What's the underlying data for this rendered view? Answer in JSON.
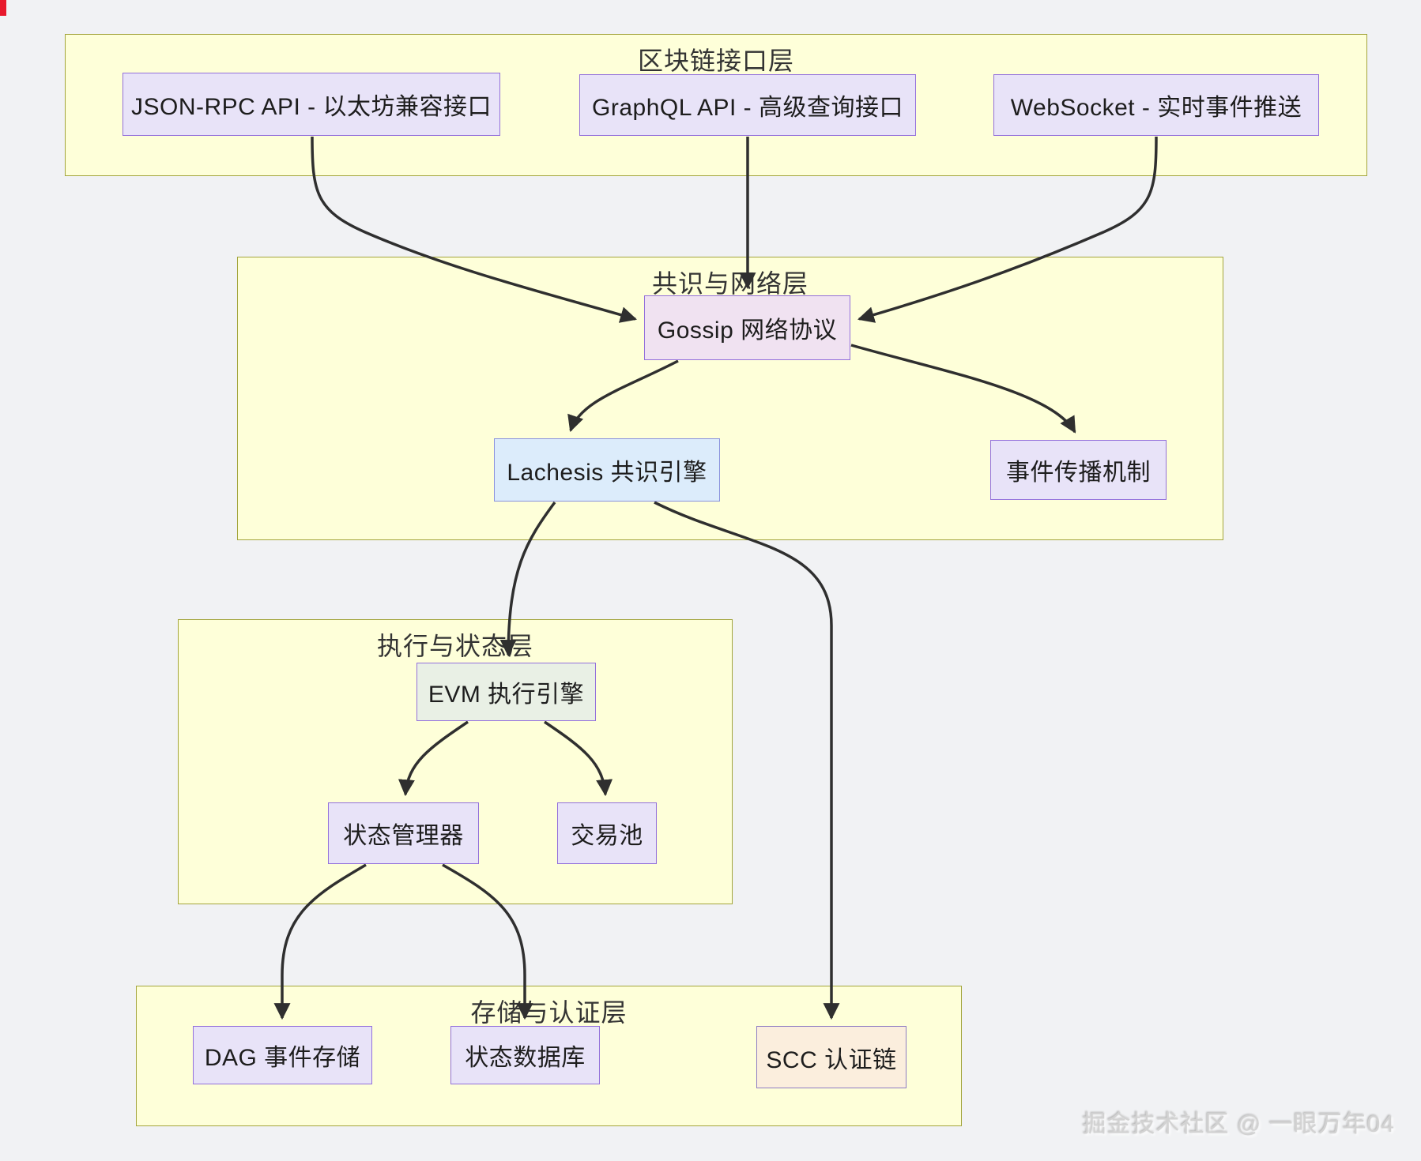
{
  "page": {
    "background": "#f1f2f4",
    "watermark": "掘金技术社区 @ 一眼万年04"
  },
  "colors": {
    "layer_fill": "#feffd9",
    "layer_border": "#a3a53c",
    "node_default_fill": "#e8e3f8",
    "node_border": "#9370db",
    "gossip_fill": "#f0e2f1",
    "lachesis_fill": "#dcecfb",
    "evm_fill": "#e9f0e5",
    "scc_fill": "#fbeedd",
    "edge_color": "#2f2f2f"
  },
  "layers": [
    {
      "id": "interface",
      "title": "区块链接口层",
      "nodes": [
        {
          "id": "json-rpc",
          "label": "JSON-RPC API - 以太坊兼容接口"
        },
        {
          "id": "graphql",
          "label": "GraphQL API - 高级查询接口"
        },
        {
          "id": "websocket",
          "label": "WebSocket - 实时事件推送"
        }
      ]
    },
    {
      "id": "consensus",
      "title": "共识与网络层",
      "nodes": [
        {
          "id": "gossip",
          "label": "Gossip 网络协议"
        },
        {
          "id": "lachesis",
          "label": "Lachesis 共识引擎"
        },
        {
          "id": "event-propagation",
          "label": "事件传播机制"
        }
      ]
    },
    {
      "id": "execution",
      "title": "执行与状态层",
      "nodes": [
        {
          "id": "evm",
          "label": "EVM 执行引擎"
        },
        {
          "id": "state-manager",
          "label": "状态管理器"
        },
        {
          "id": "tx-pool",
          "label": "交易池"
        }
      ]
    },
    {
      "id": "storage",
      "title": "存储与认证层",
      "nodes": [
        {
          "id": "dag",
          "label": "DAG 事件存储"
        },
        {
          "id": "state-db",
          "label": "状态数据库"
        },
        {
          "id": "scc",
          "label": "SCC 认证链"
        }
      ]
    }
  ],
  "edges": [
    {
      "from": "json-rpc",
      "to": "gossip"
    },
    {
      "from": "graphql",
      "to": "gossip"
    },
    {
      "from": "websocket",
      "to": "gossip"
    },
    {
      "from": "gossip",
      "to": "lachesis"
    },
    {
      "from": "gossip",
      "to": "event-propagation"
    },
    {
      "from": "lachesis",
      "to": "evm"
    },
    {
      "from": "lachesis",
      "to": "scc"
    },
    {
      "from": "evm",
      "to": "state-manager"
    },
    {
      "from": "evm",
      "to": "tx-pool"
    },
    {
      "from": "state-manager",
      "to": "dag"
    },
    {
      "from": "state-manager",
      "to": "state-db"
    }
  ]
}
